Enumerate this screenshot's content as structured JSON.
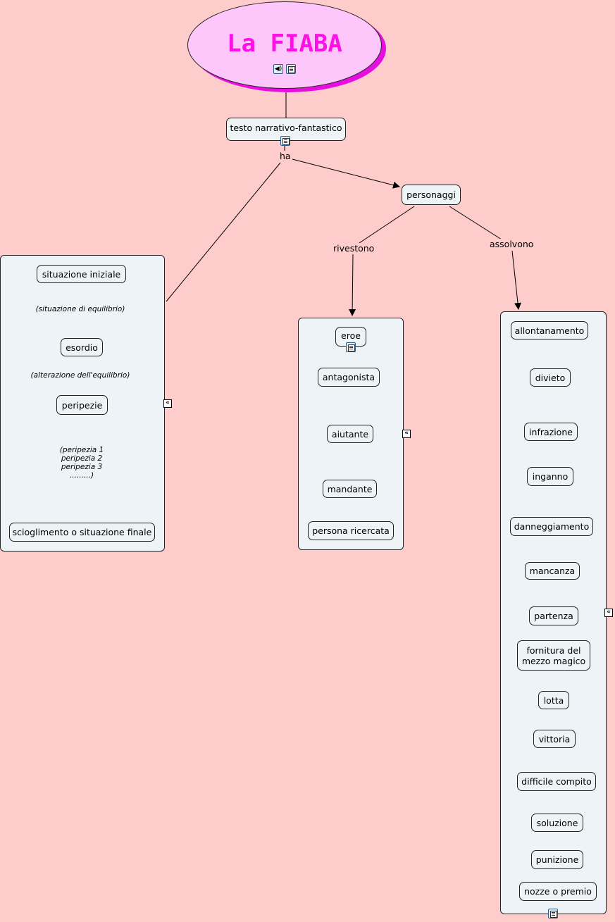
{
  "title": "La FIABA",
  "root": "testo narrativo-fantastico",
  "link_ha": "ha",
  "characters": "personaggi",
  "link_rivestono": "rivestono",
  "link_assolvono": "assolvono",
  "structure": {
    "situazione_iniziale": "situazione iniziale",
    "phrase_equilibrio": "(situazione di equilibrio)",
    "esordio": "esordio",
    "phrase_alterazione": "(alterazione dell'equilibrio)",
    "peripezie": "peripezie",
    "phrase_peripezie": [
      "(peripezia 1",
      "peripezia 2",
      "peripezia 3",
      ".........)"
    ],
    "scioglimento": "scioglimento o situazione finale"
  },
  "roles": [
    "eroe",
    "antagonista",
    "aiutante",
    "mandante",
    "persona ricercata"
  ],
  "functions": [
    "allontanamento",
    "divieto",
    "infrazione",
    "inganno",
    "danneggiamento",
    "mancanza",
    "partenza",
    "fornitura del mezzo magico",
    "lotta",
    "vittoria",
    "difficile compito",
    "soluzione",
    "punizione",
    "nozze o premio"
  ],
  "icons": {
    "resource": "document-icon",
    "sound": "sound-icon",
    "collapse": "collapse-icon"
  },
  "colors": {
    "background": "#fecccb",
    "title_text": "#ff10e6",
    "title_fill": "#fdc7fb",
    "title_shadow": "#e60fe0",
    "node_fill": "#eef4f6"
  }
}
